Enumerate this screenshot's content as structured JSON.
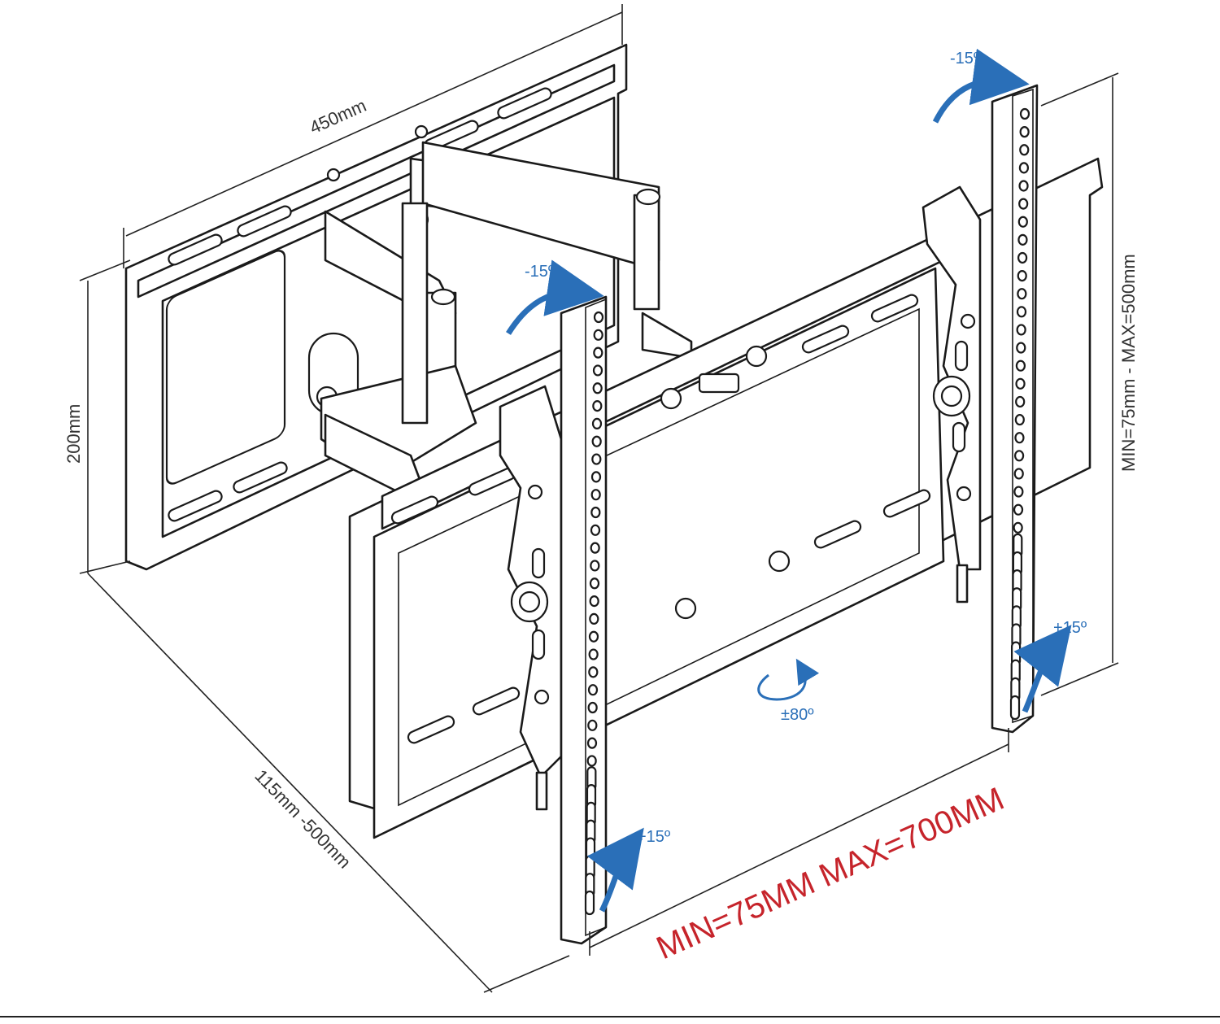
{
  "dimensions": {
    "wall_plate_width": "450mm",
    "wall_plate_height": "200mm",
    "extension": "115mm -500mm",
    "vertical_spacing": "MIN=75mm - MAX=500mm",
    "horizontal_spacing": "MIN=75MM MAX=700MM"
  },
  "angles": {
    "tilt_up_left": "-15º",
    "tilt_up_right": "-15º",
    "tilt_down_left": "+15º",
    "tilt_down_right": "+15º",
    "rotation": "±80º"
  },
  "colors": {
    "arrow_blue": "#2a6fb8",
    "highlight_red": "#c6242b",
    "line_dark": "#1a1a1a"
  },
  "icons": {
    "tilt_arrow": "curved-arrow-icon",
    "rotation_arrow": "rotation-arrow-icon"
  }
}
